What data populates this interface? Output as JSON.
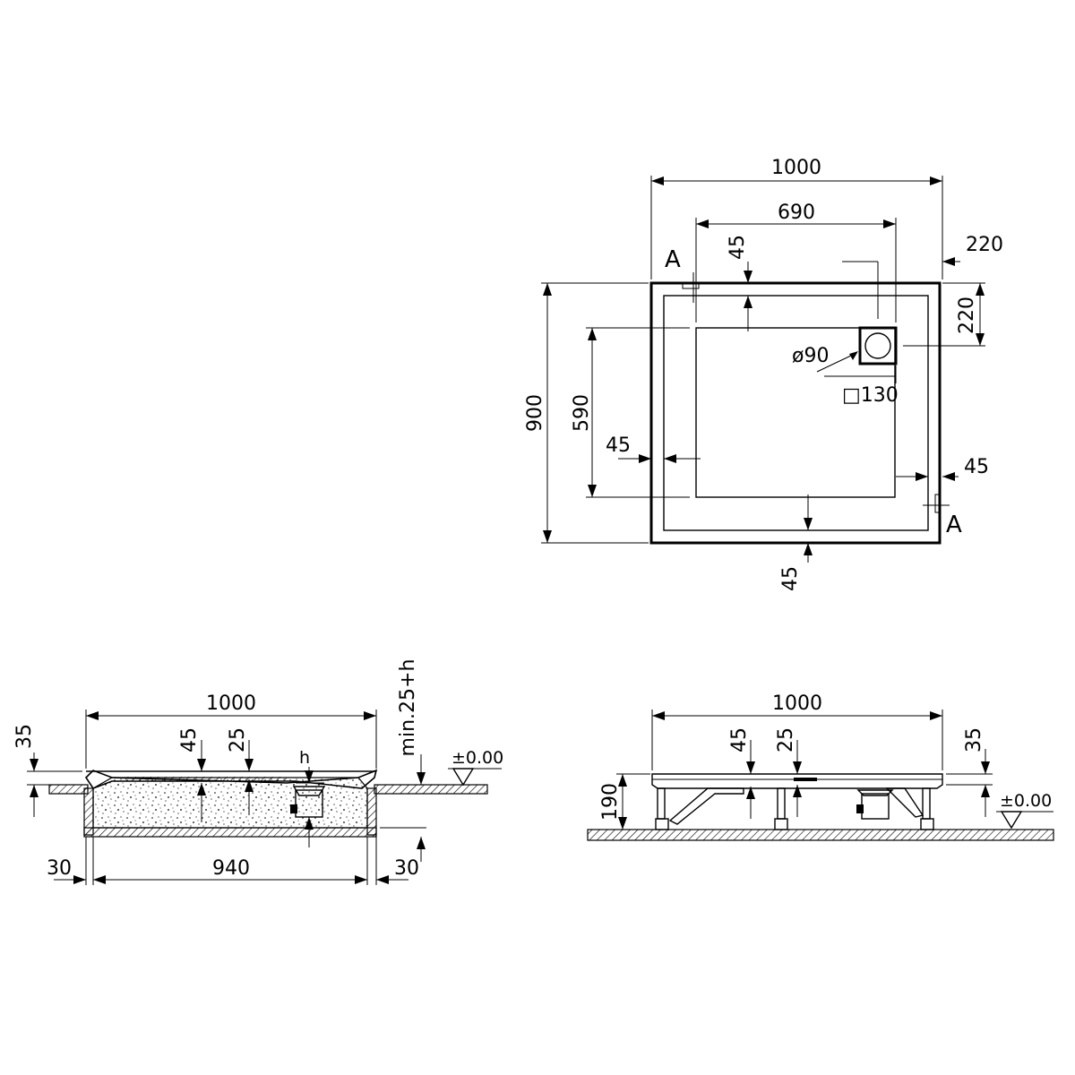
{
  "top_view": {
    "width_total": "1000",
    "width_inner": "690",
    "height_total": "900",
    "height_inner": "590",
    "rim_top": "45",
    "rim_left": "45",
    "rim_right": "45",
    "rim_bottom": "45",
    "drain_offset_right": "220",
    "drain_offset_top": "220",
    "drain_diameter": "ø90",
    "drain_square": "□130",
    "section_mark_top": "A",
    "section_mark_bottom": "A"
  },
  "section_recessed": {
    "width_total": "1000",
    "width_base": "940",
    "rim_height": "35",
    "depth_45": "45",
    "depth_25": "25",
    "variable_height": "h",
    "min_height": "min.25+h",
    "level": "±0.00",
    "side_left": "30",
    "side_right": "30"
  },
  "section_raised": {
    "width_total": "1000",
    "depth_45": "45",
    "depth_25": "25",
    "rim_height": "35",
    "total_height": "190",
    "level": "±0.00"
  },
  "colors": {
    "line": "#000000",
    "background": "#ffffff"
  }
}
